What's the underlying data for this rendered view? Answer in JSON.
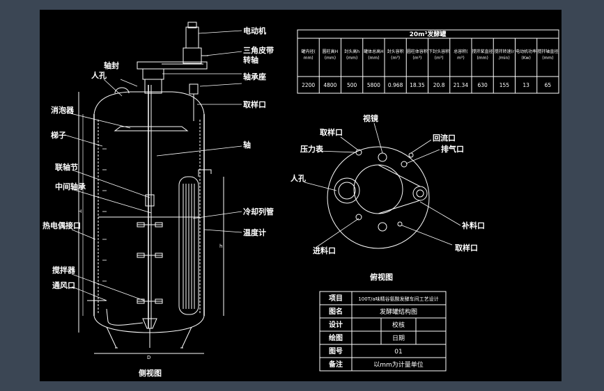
{
  "side_view": {
    "title": "侧视图",
    "labels": {
      "motor": "电动机",
      "belt": "三角皮带",
      "drive_shaft": "转轴",
      "shaft_seal": "轴封",
      "manhole": "人孔",
      "bearing_seat": "轴承座",
      "sampling_port": "取样口",
      "defoamer": "消泡器",
      "ladder": "梯子",
      "shaft": "轴",
      "coupling": "联轴节",
      "middle_bearing": "中间轴承",
      "heating_coil": "热电偶接口",
      "cooling_pipe": "冷却列管",
      "thermometer": "温度计",
      "agitator": "搅拌器",
      "air_inlet": "通风口"
    },
    "dims": {
      "height": "H",
      "coil_height": "h",
      "diameter": "D"
    }
  },
  "top_view": {
    "title": "俯视图",
    "labels": {
      "sight_glass": "视镜",
      "sampling": "取样口",
      "return_port": "回流口",
      "pressure_gauge": "压力表",
      "exhaust": "排气口",
      "manhole": "人孔",
      "feed_port": "补料口",
      "inlet": "进料口",
      "sample_port2": "取样口"
    }
  },
  "spec_table": {
    "title": "20m³发酵罐",
    "headers": [
      "罐内径(mm)",
      "圆柱高H(mm)",
      "封头高h(mm)",
      "罐体总高H(mm)",
      "封头容积(m³)",
      "圆柱体容积(m³)",
      "下封头容积(m³)",
      "总容积(m³)",
      "搅拌桨直径(mm)",
      "搅拌转速(r/min)",
      "电动机功率(Kw)",
      "搅拌轴直径(mm)"
    ],
    "values": [
      "2200",
      "4800",
      "500",
      "5800",
      "0.968",
      "18.35",
      "20.8",
      "21.34",
      "630",
      "155",
      "13",
      "65"
    ]
  },
  "title_block": {
    "rows": [
      {
        "label": "项目",
        "value": "100T/a味精谷氨酸发酵车间工艺设计"
      },
      {
        "label": "图名",
        "value": "发酵罐结构图"
      },
      {
        "label": "设计",
        "value": "校核",
        "value2": ""
      },
      {
        "label": "绘图",
        "value": "日期",
        "value2": ""
      },
      {
        "label": "图号",
        "value": "01"
      },
      {
        "label": "备注",
        "value": "以mm为计量单位"
      }
    ]
  }
}
